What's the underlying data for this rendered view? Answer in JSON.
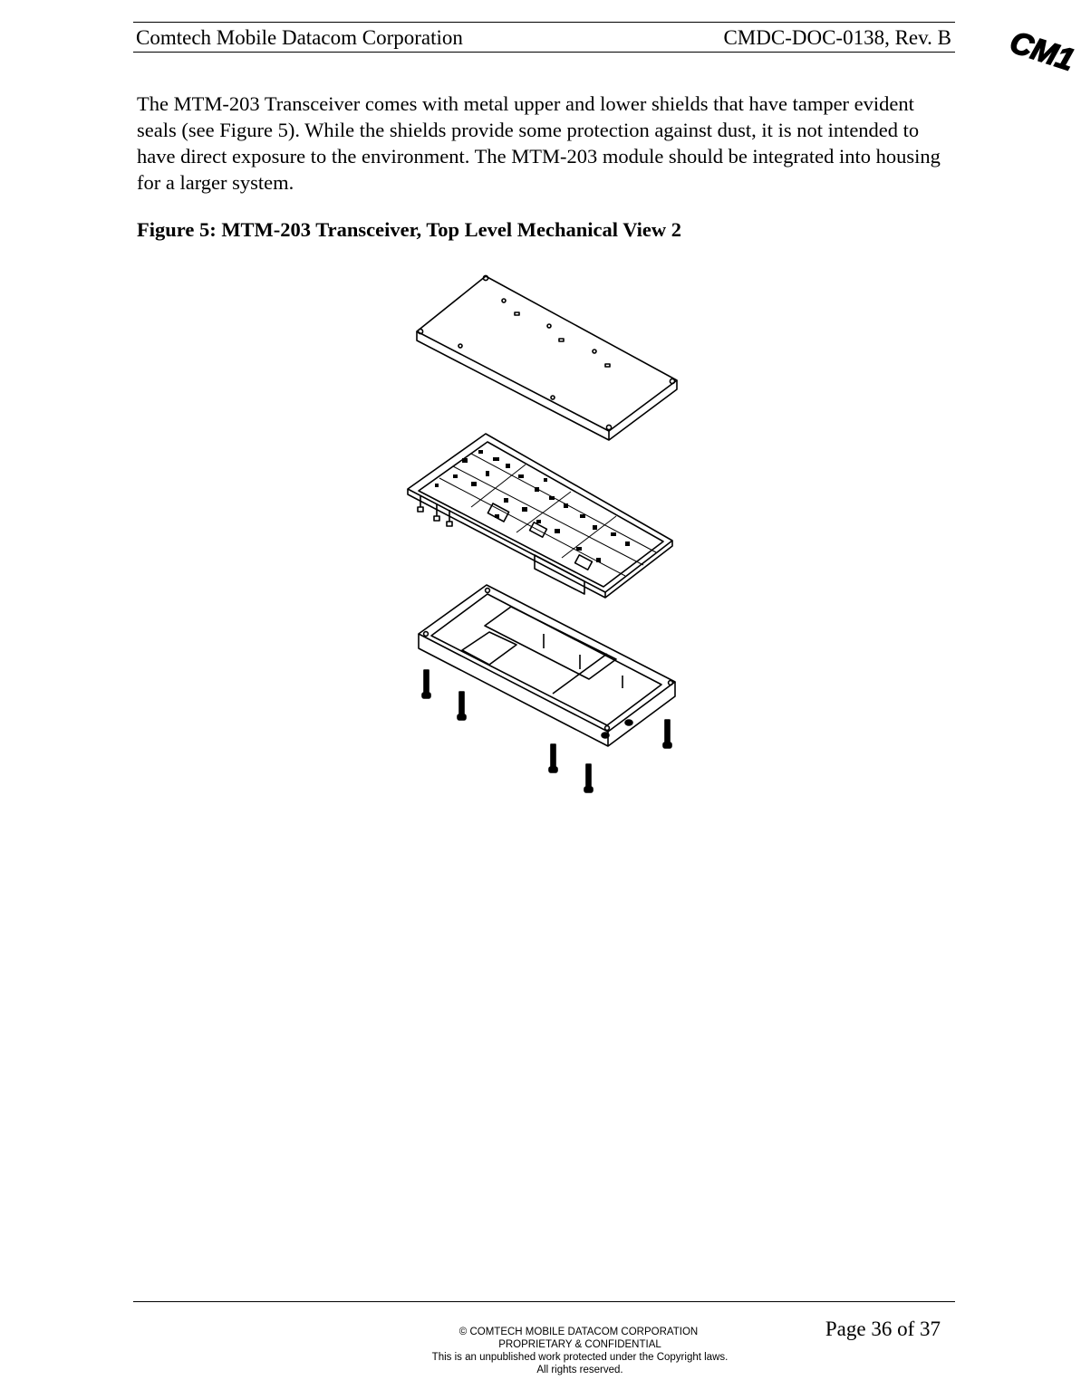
{
  "header": {
    "company": "Comtech Mobile Datacom Corporation",
    "doc_id": "CMDC-DOC-0138, Rev. B",
    "logo_text": "CM1"
  },
  "body": {
    "paragraph": "The MTM-203 Transceiver comes with metal upper and lower shields that have tamper evident seals (see Figure 5). While the shields provide some protection against dust, it is not intended to have direct exposure to the environment. The MTM-203 module should be integrated into housing for a larger system.",
    "figure_caption": "Figure 5: MTM-203 Transceiver, Top Level Mechanical View 2",
    "figure_parts": [
      "upper-shield",
      "circuit-board",
      "lower-shield",
      "mounting-screws"
    ]
  },
  "footer": {
    "copyright": "© COMTECH MOBILE DATACOM CORPORATION",
    "confidential": "PROPRIETARY & CONFIDENTIAL",
    "notice": "This is an unpublished work protected under the Copyright laws.",
    "rights": "All rights reserved.",
    "page": "Page 36 of 37"
  }
}
